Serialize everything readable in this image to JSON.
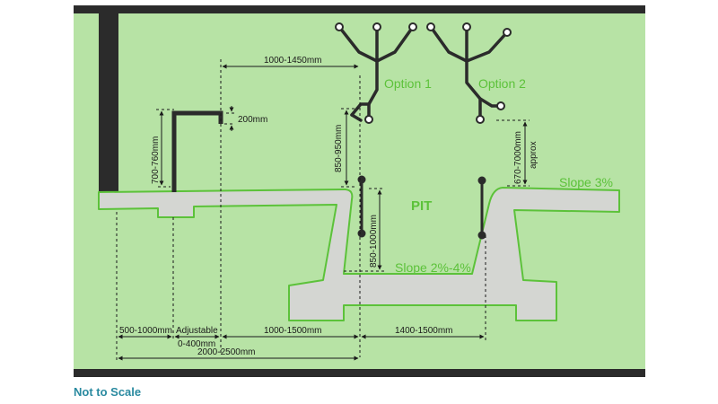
{
  "labels": {
    "option1": "Option 1",
    "option2": "Option 2",
    "pit": "PIT",
    "slope_top": "Slope 3%",
    "slope_bottom": "Slope 2%-4%",
    "rail_offset": "200mm",
    "rail_height": "700-760mm",
    "lid_gap": "1000-1450mm",
    "post_height": "850-950mm",
    "option2_height": "670-7000mm",
    "option2_height_note": "approx",
    "pit_depth": "850-1000mm",
    "dim_500_1000": "500-1000mm",
    "dim_adjustable": "Adjustable",
    "dim_0_400": "0-400mm",
    "dim_1000_1500": "1000-1500mm",
    "dim_1400_1500": "1400-1500mm",
    "dim_2000_2500": "2000-2500mm",
    "not_to_scale": "Not to Scale"
  },
  "colors": {
    "background": "#b7e3a5",
    "accent_green": "#5cc23a",
    "dark": "#2b2b2b",
    "concrete": "#d4d6d2",
    "note_text": "#2a8aa0"
  }
}
